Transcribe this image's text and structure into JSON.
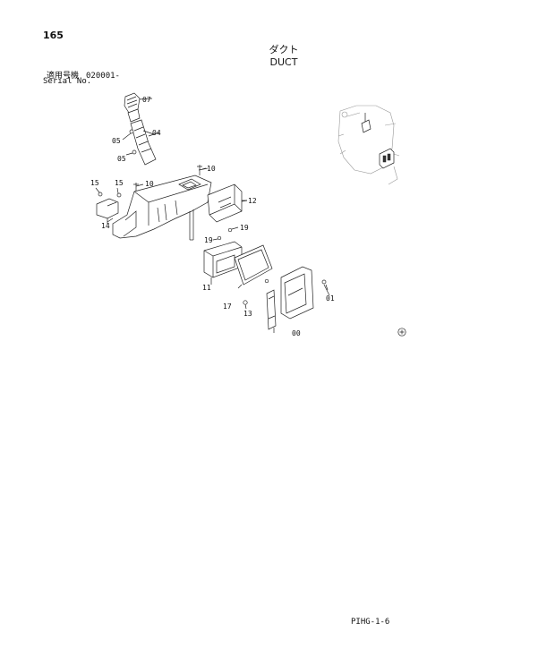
{
  "header": {
    "page_number": "165",
    "title_jp": "ダクト",
    "title_en": "DUCT",
    "serial_label_jp": "適用号機",
    "serial_value": "020001-",
    "serial_label_en": "Serial No."
  },
  "callouts": {
    "c07": "07",
    "c04": "04",
    "c05a": "05",
    "c05b": "05",
    "c10a": "10",
    "c10b": "10",
    "c15a": "15",
    "c15b": "15",
    "c12": "12",
    "c14": "14",
    "c19a": "19",
    "c19b": "19",
    "c11": "11",
    "c17": "17",
    "c13": "13",
    "c01": "01",
    "c00": "00"
  },
  "footer": {
    "code": "PIHG-1-6"
  }
}
